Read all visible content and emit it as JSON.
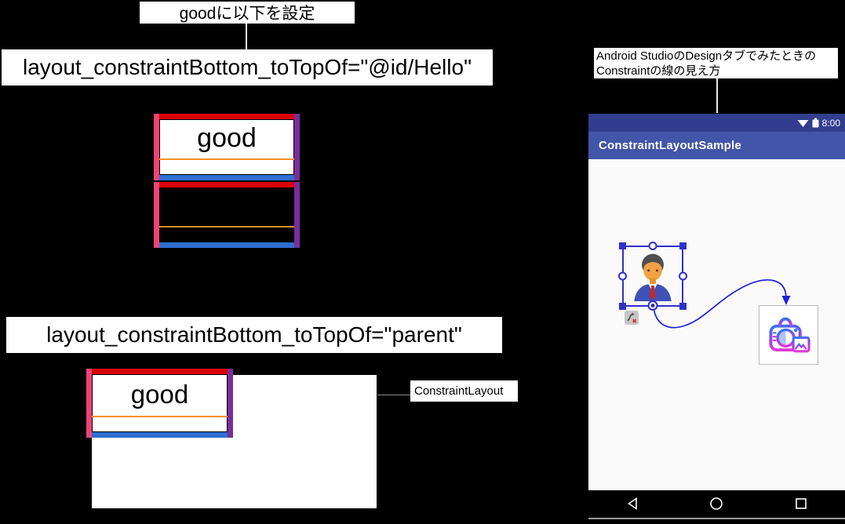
{
  "callouts": {
    "good_setting_label": "goodに以下を設定",
    "code_hello": "layout_constraintBottom_toTopOf=\"@id/Hello\"",
    "code_parent": "layout_constraintBottom_toTopOf=\"parent\"",
    "constraint_layout_label": "ConstraintLayout",
    "design_note_line1": "Android StudioのDesignタブでみたときの",
    "design_note_line2": "Constraintの線の見え方"
  },
  "diagram_top": {
    "good_text": "good"
  },
  "diagram_bottom": {
    "good_text": "good"
  },
  "colors": {
    "constraint_top_bar": "#DB0000",
    "constraint_left_bar": "#EE4377",
    "constraint_right_bar": "#7B2D9B",
    "constraint_bottom_bar": "#2E6FD0",
    "text_baseline": "#F79028",
    "selection_blue": "#3030C8",
    "constraint_line_blue": "#1F1FD6",
    "status_bar_bg": "#333D8F",
    "app_bar_bg": "#4355A8",
    "phone_content_bg": "#FAFAFA"
  },
  "phone": {
    "status_time": "8:00",
    "app_title": "ConstraintLayoutSample",
    "icons": [
      "wifi-icon",
      "battery-icon",
      "back-icon",
      "home-icon",
      "recents-icon"
    ]
  }
}
